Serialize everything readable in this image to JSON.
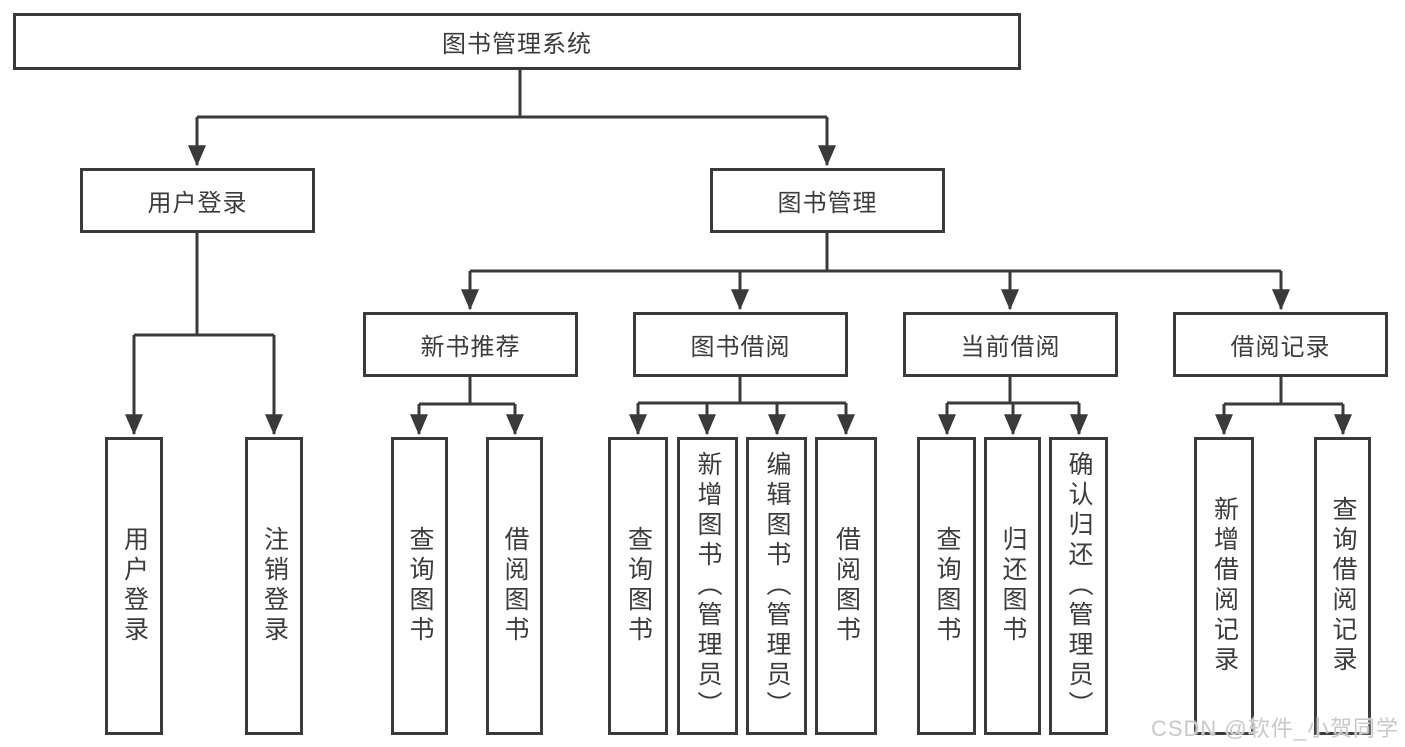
{
  "tree": {
    "label": "图书管理系统",
    "children": [
      {
        "label": "用户登录",
        "children": [
          {
            "label": "用户登录"
          },
          {
            "label": "注销登录"
          }
        ]
      },
      {
        "label": "图书管理",
        "children": [
          {
            "label": "新书推荐",
            "children": [
              {
                "label": "查询图书"
              },
              {
                "label": "借阅图书"
              }
            ]
          },
          {
            "label": "图书借阅",
            "children": [
              {
                "label": "查询图书"
              },
              {
                "label": "新增图书（管理员）"
              },
              {
                "label": "编辑图书（管理员）"
              },
              {
                "label": "借阅图书"
              }
            ]
          },
          {
            "label": "当前借阅",
            "children": [
              {
                "label": "查询图书"
              },
              {
                "label": "归还图书"
              },
              {
                "label": "确认归还（管理员）"
              }
            ]
          },
          {
            "label": "借阅记录",
            "children": [
              {
                "label": "新增借阅记录"
              },
              {
                "label": "查询借阅记录"
              }
            ]
          }
        ]
      }
    ]
  },
  "watermark": {
    "text": "CSDN @软件_小贺同学"
  },
  "colors": {
    "line": "#3a3a3a",
    "box_border": "#3a3a3a",
    "box_fill": "#ffffff",
    "background": "#ffffff",
    "watermark": "#c9c9c9"
  }
}
